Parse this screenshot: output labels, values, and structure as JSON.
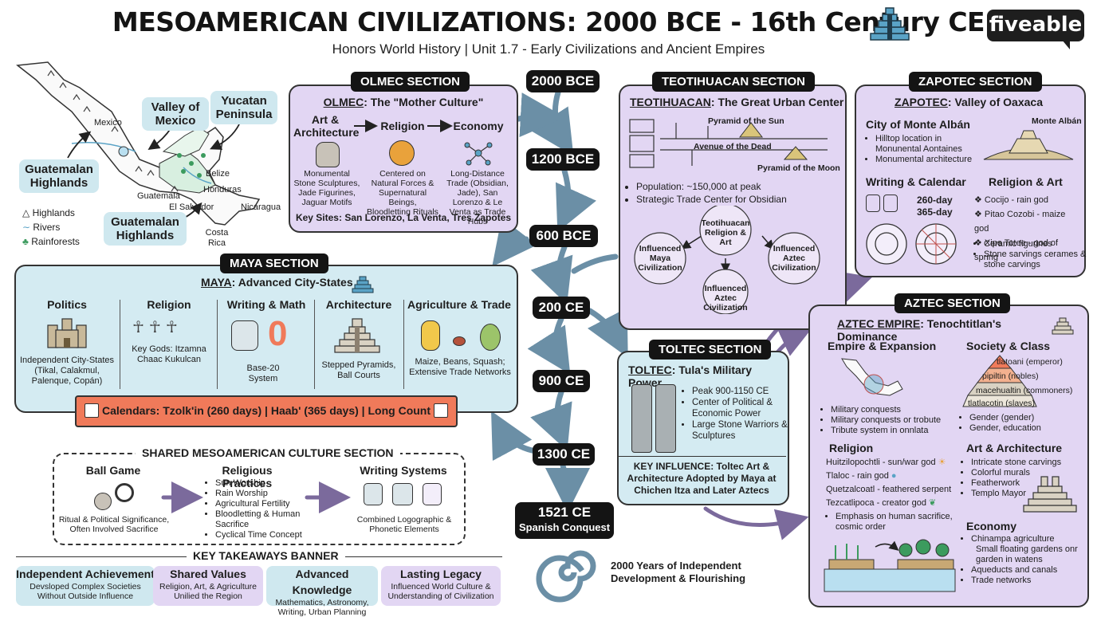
{
  "header": {
    "title": "MESOAMERICAN CIVILIZATIONS: 2000 BCE - 16th Century CE",
    "subtitle": "Honors World History | Unit 1.7 - Early Civilizations and Ancient Empires",
    "logo": "fiveable"
  },
  "map": {
    "labels": {
      "mexico": "Mexico",
      "belize": "Belize",
      "guatemala": "Guatemala",
      "honduras": "Honduras",
      "el_salvador": "El Salvador",
      "nicaragua": "Nicaragua",
      "costa_rica": "Costa Rica"
    },
    "callouts": {
      "valley": "Valley of Mexico",
      "yucatan": "Yucatan Peninsula",
      "highlands_left": "Guatemalan Highlands",
      "highlands_bottom": "Guatemalan Highlands"
    },
    "legend": [
      "Highlands",
      "Rivers",
      "Rainforests"
    ]
  },
  "olmec": {
    "label": "OLMEC SECTION",
    "heading_name": "OLMEC",
    "heading_rest": ": The \"Mother Culture\"",
    "cols": [
      {
        "title": "Art & Architecture",
        "desc": "Monumental Stone Sculptures, Jade Figurines, Jaguar Motifs"
      },
      {
        "title": "Religion",
        "desc": "Centered on Natural Forces & Supernatural Beings, Bloodletting Rituals"
      },
      {
        "title": "Economy",
        "desc": "Long-Distance Trade (Obsidian, Jade), San Lorenzo & Le Venta as Trade Hubs"
      }
    ],
    "key_sites": "Key Sites: San Lorenzo, La Venta, Tres Zapotes"
  },
  "timeline": [
    "2000 BCE",
    "1200 BCE",
    "600 BCE",
    "200 CE",
    "900 CE",
    "1300 CE"
  ],
  "timeline_end": {
    "year": "1521 CE",
    "event": "Spanish Conquest",
    "caption": "2000 Years of Independent Development & Flourishing"
  },
  "teotihuacan": {
    "label": "TEOTIHUACAN SECTION",
    "heading_name": "TEOTIHUACAN",
    "heading_rest": ": The Great Urban Center",
    "map_labels": {
      "sun": "Pyramid of the Sun",
      "avenue": "Avenue of the Dead",
      "moon": "Pyramid of the Moon"
    },
    "bullets": [
      "Population: ~150,000 at peak",
      "Strategic Trade Center for Obsidian"
    ],
    "center_node": "Teotihuacan Religion & Art",
    "nodes": [
      "Influenced Maya Civilization",
      "Influenced Aztec Civilization",
      "Influenced Aztec Civilization"
    ]
  },
  "zapotec": {
    "label": "ZAPOTEC SECTION",
    "heading_name": "ZAPOTEC",
    "heading_rest": ": Valley of Oaxaca",
    "city_title": "City of Monte Albán",
    "city_img_label": "Monte Albán",
    "city_bullets": [
      "Hilltop location in Monunental Aontaines",
      "Monumental architecture"
    ],
    "writing_title": "Writing & Calendar",
    "calendar": [
      "260-day",
      "365-day"
    ],
    "religion_title": "Religion & Art",
    "gods": [
      "Cocijo - rain god",
      "Pitao Cozobi - maize god",
      "Xipe Totee - god of spring"
    ],
    "art_bullets": [
      "Ceramic figurines",
      "Stone sarvings cerames & stone carvings"
    ]
  },
  "maya": {
    "label": "MAYA SECTION",
    "heading_name": "MAYA",
    "heading_rest": ": Advanced City-States",
    "cols": [
      {
        "title": "Politics",
        "desc": "Independent City-States (Tikal, Calakmul, Palenque, Copán)"
      },
      {
        "title": "Religion",
        "desc": "Key Gods: Itzamna Chaac Kukulcan"
      },
      {
        "title": "Writing & Math",
        "desc": "Base-20 System",
        "zero": "0"
      },
      {
        "title": "Architecture",
        "desc": "Stepped Pyramids, Ball Courts"
      },
      {
        "title": "Agriculture & Trade",
        "desc": "Maize, Beans, Squash; Extensive Trade Networks"
      }
    ],
    "calendar_banner": "Calendars: Tzolk'in (260 days) | Haab' (365 days) | Long Count"
  },
  "toltec": {
    "label": "TOLTEC SECTION",
    "heading_name": "TOLTEC",
    "heading_rest": ": Tula's Military Power",
    "bullets": [
      "Peak 900-1150 CE",
      "Center of Political & Economic Power",
      "Large Stone Warriors & Sculptures"
    ],
    "influence": "KEY INFLUENCE: Toltec Art & Architecture Adopted by Maya at Chichen Itza and Later Aztecs"
  },
  "aztec": {
    "label": "AZTEC SECTION",
    "heading_name": "AZTEC EMPIRE",
    "heading_rest": ": Tenochtitlan's Dominance",
    "empire_title": "Empire & Expansion",
    "empire_bullets": [
      "Military conquests",
      "Military conquests or trobute",
      "Tribute system in onnlata"
    ],
    "society_title": "Society & Class",
    "classes": [
      "tlatoani (emperor)",
      "pipiltin (nobles)",
      "macehualtin (commoners)",
      "tlatlacotin (slaves)"
    ],
    "society_bullets": [
      "Gender (gender)",
      "Gender, education"
    ],
    "religion_title": "Religion",
    "gods": [
      "Huitzilopochtli - sun/war god",
      "Tlaloc - rain god",
      "Quetzalcoatl - feathered serpent",
      "Tezcatlipoca - creator god"
    ],
    "religion_bullet": "Emphasis on human sacrifice, cosmic order",
    "art_title": "Art & Architecture",
    "art_bullets": [
      "Intricate stone carvings",
      "Colorful murals",
      "Featherwork",
      "Templo Mayor"
    ],
    "economy_title": "Economy",
    "economy_bullets": [
      "Chinampa agriculture",
      "Small floating gardens onr garden in watens",
      "Aqueducts and canals",
      "Trade networks"
    ]
  },
  "shared": {
    "label": "SHARED MESOAMERICAN CULTURE SECTION",
    "ballgame_title": "Ball Game",
    "ballgame_desc": "Ritual & Political Significance, Often Involved Sacrifice",
    "practices_title": "Religious Practices",
    "practices": [
      "Sun Worship",
      "Rain Worship",
      "Agricultural Fertility",
      "Bloodletting & Human Sacrifice",
      "Cyclical Time Concept"
    ],
    "writing_title": "Writing Systems",
    "writing_desc": "Combined Logographic & Phonetic Elements"
  },
  "takeaways": {
    "label": "KEY TAKEAWAYS BANNER",
    "items": [
      {
        "title": "Independent Achievement",
        "desc": "Devsloped Complex Societies Without Outside Influence"
      },
      {
        "title": "Shared Values",
        "desc": "Religion, Art, & Agriculture Unilied the Region"
      },
      {
        "title": "Advanced Knowledge",
        "desc": "Mathematics, Astronomy, Writing, Urban Planning"
      },
      {
        "title": "Lasting Legacy",
        "desc": "Influenced World Culture & Understanding of Civilization"
      }
    ]
  },
  "colors": {
    "purple_panel": "#e2d6f3",
    "blue_panel": "#d4ebf2",
    "arrow": "#6b8fa6",
    "banner": "#f07a5a",
    "label_bg": "#141414"
  }
}
